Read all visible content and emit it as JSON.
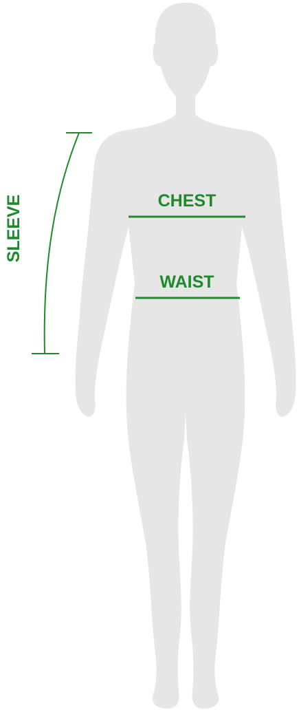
{
  "colors": {
    "silhouette": "#e6e6e6",
    "accent": "#1f8a2b",
    "background": "#ffffff"
  },
  "labels": {
    "chest": "CHEST",
    "waist": "WAIST",
    "sleeve": "SLEEVE"
  }
}
